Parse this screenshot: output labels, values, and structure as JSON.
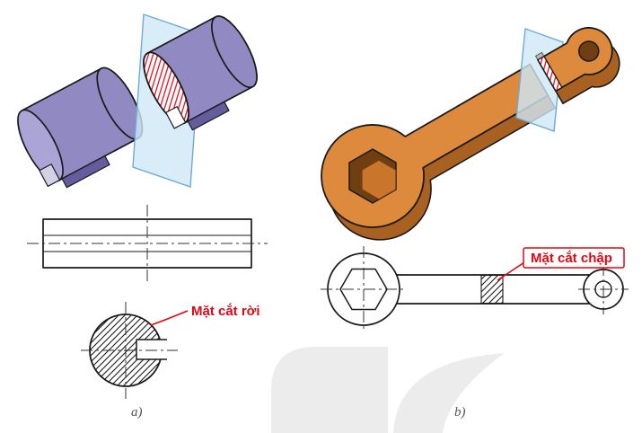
{
  "figure_a": {
    "callout": "Mặt cắt rời",
    "caption": "a)"
  },
  "figure_b": {
    "callout": "Mặt cắt chập",
    "caption": "b)"
  },
  "colors": {
    "purple": "#918ac2",
    "purple-dark": "#655c9e",
    "purple-light": "#aba4d6",
    "slot-gray": "#d4d1e6",
    "orange": "#dd8a3c",
    "orange-dark": "#a96122",
    "hole-dark": "#6f3f12",
    "hole-floor": "#c9762c",
    "plane": "#cfe9f7",
    "plane-edge": "#6fa9d6",
    "red": "#e30613",
    "line": "#1a1a1a",
    "watermark": "#ececec"
  }
}
